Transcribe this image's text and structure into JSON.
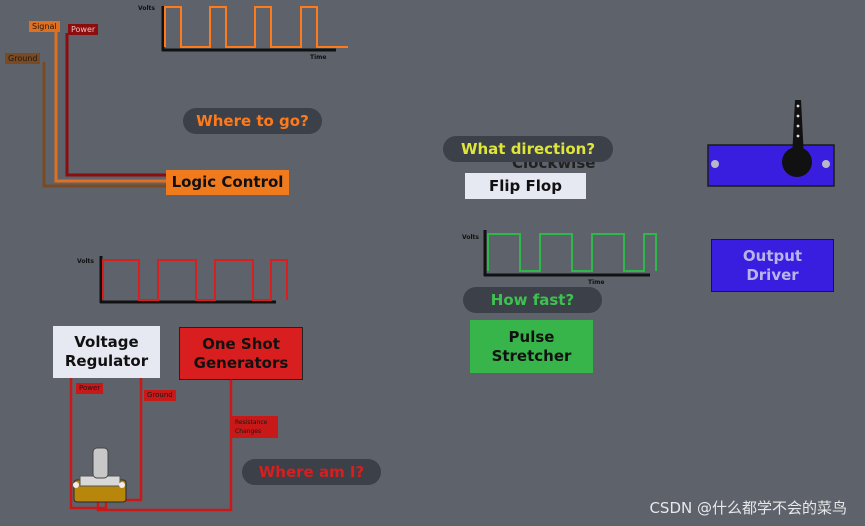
{
  "wire_labels": {
    "signal": "Signal",
    "power": "Power",
    "ground": "Ground",
    "bottom_power": "Power",
    "bottom_ground": "Ground",
    "resistance_changes": "Resistance Changes"
  },
  "graphs": {
    "top": {
      "ylabel": "Volts",
      "xlabel": "Time",
      "color": "#ff7a1a"
    },
    "bottom_left": {
      "ylabel": "Volts",
      "xlabel": "",
      "color": "#d81e1e"
    },
    "middle": {
      "ylabel": "Volts",
      "xlabel": "Time",
      "color": "#2fb84a"
    }
  },
  "questions": {
    "where_to_go": "Where to go?",
    "what_direction": "What direction?",
    "how_fast": "How fast?",
    "where_am_i": "Where am I?"
  },
  "blocks": {
    "logic_control": "Logic Control",
    "clockwise": "Clockwise",
    "flip_flop": "Flip Flop",
    "output_driver": "Output Driver",
    "voltage_regulator": "Voltage Regulator",
    "one_shot_generators": "One Shot Generators",
    "pulse_stretcher": "Pulse Stretcher"
  },
  "colors": {
    "background": "#5d626b",
    "signal_wire": "#e07020",
    "power_wire": "#8b0d0d",
    "ground_wire": "#7a4a22",
    "logic_control": "#f07a1e",
    "one_shot": "#d81e1e",
    "pulse_stretcher": "#38b54a",
    "output_driver": "#3a1ee0",
    "servo_body": "#3a1ee0",
    "question_where_to_go": "#ff7a1a",
    "question_what_direction": "#dfe63a",
    "question_how_fast": "#3ec24f",
    "question_where_am_i": "#d81e1e"
  },
  "watermark": "CSDN @什么都学不会的菜鸟"
}
